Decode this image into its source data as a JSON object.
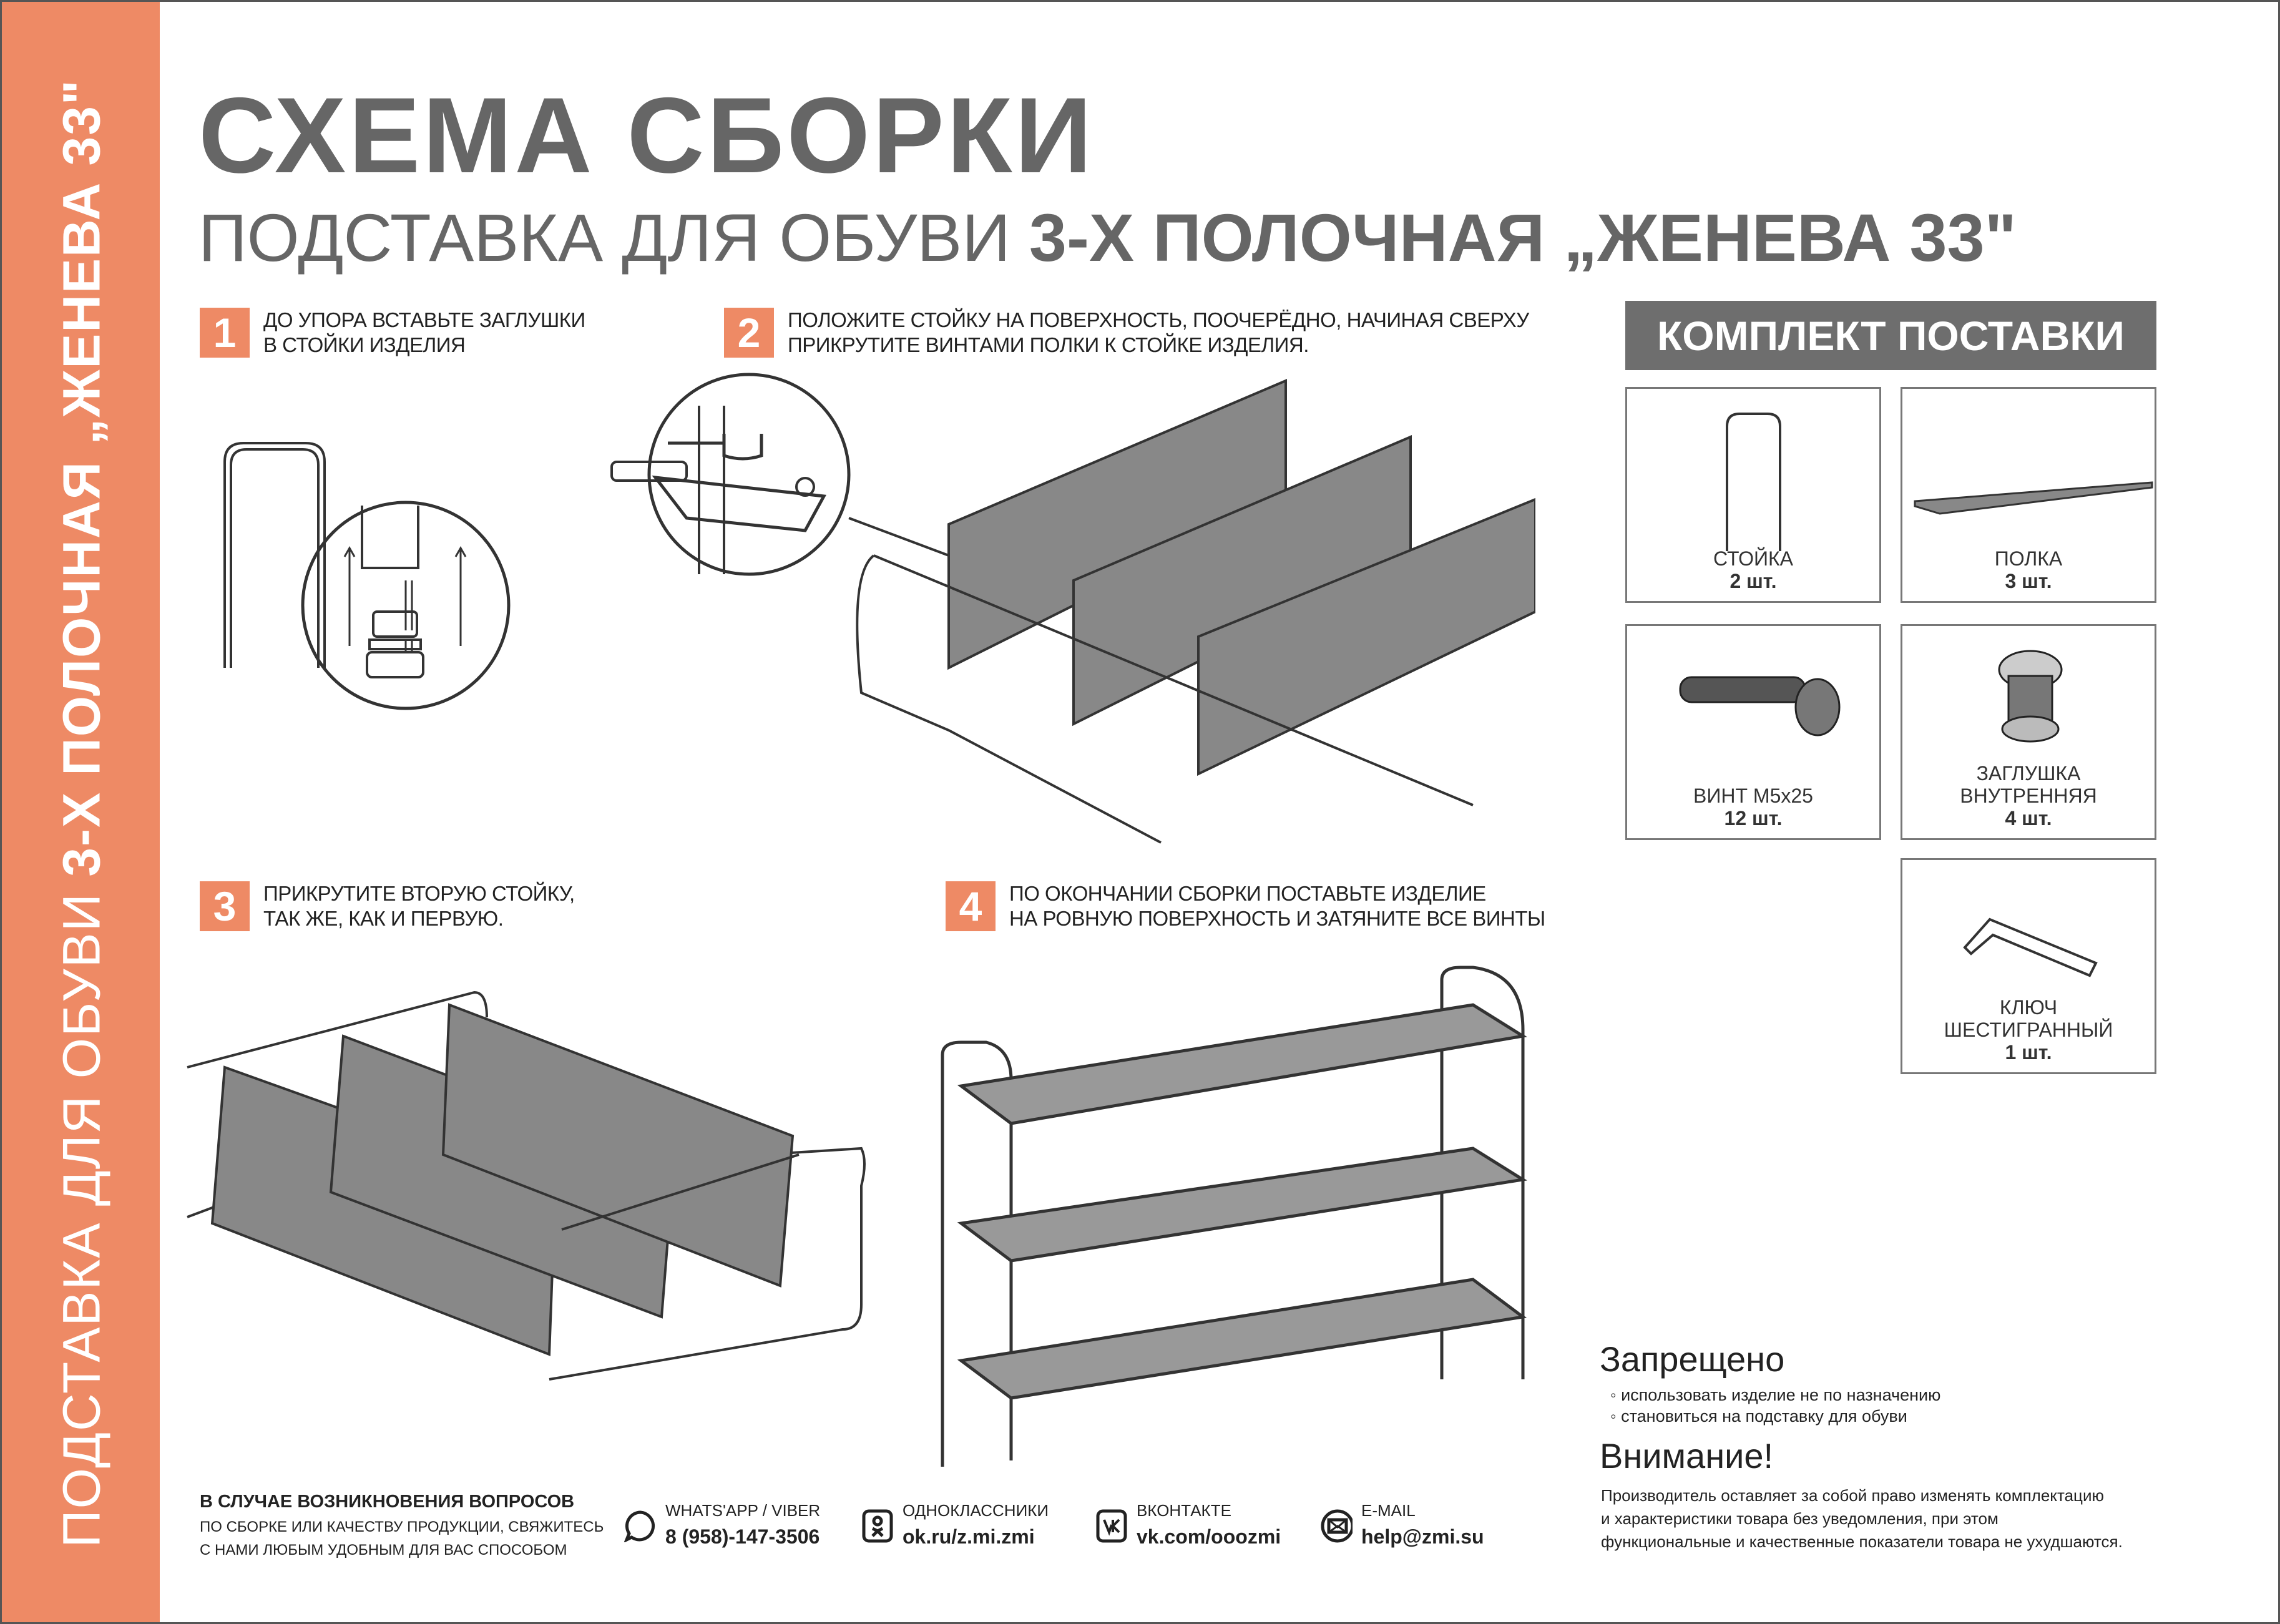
{
  "side_band": {
    "normal": "ПОДСТАВКА ДЛЯ ОБУВИ ",
    "bold": "3-Х ПОЛОЧНАЯ „ЖЕНЕВА 33\""
  },
  "header": {
    "title": "СХЕМА СБОРКИ",
    "subtitle_normal": "ПОДСТАВКА ДЛЯ ОБУВИ ",
    "subtitle_bold": "3-Х ПОЛОЧНАЯ „ЖЕНЕВА 33\""
  },
  "steps": [
    {
      "num": "1",
      "text": "ДО УПОРА ВСТАВЬТЕ ЗАГЛУШКИ\nВ СТОЙКИ ИЗДЕЛИЯ"
    },
    {
      "num": "2",
      "text": "ПОЛОЖИТЕ СТОЙКУ НА ПОВЕРХНОСТЬ, ПООЧЕРЁДНО, НАЧИНАЯ СВЕРХУ\nПРИКРУТИТЕ ВИНТАМИ ПОЛКИ К СТОЙКЕ ИЗДЕЛИЯ."
    },
    {
      "num": "3",
      "text": "ПРИКРУТИТЕ ВТОРУЮ СТОЙКУ,\nТАК ЖЕ, КАК И ПЕРВУЮ."
    },
    {
      "num": "4",
      "text": "ПО ОКОНЧАНИИ СБОРКИ ПОСТАВЬТЕ ИЗДЕЛИЕ\nНА РОВНУЮ ПОВЕРХНОСТЬ И ЗАТЯНИТЕ ВСЕ ВИНТЫ"
    }
  ],
  "kit": {
    "title": "КОМПЛЕКТ ПОСТАВКИ",
    "items": [
      {
        "name": "СТОЙКА",
        "qty": "2 шт.",
        "icon": "frame-post-icon"
      },
      {
        "name": "ПОЛКА",
        "qty": "3 шт.",
        "icon": "shelf-icon"
      },
      {
        "name": "ВИНТ М5х25",
        "qty": "12 шт.",
        "icon": "screw-icon"
      },
      {
        "name": "ЗАГЛУШКА\nВНУТРЕННЯЯ",
        "qty": "4 шт.",
        "icon": "plug-icon"
      },
      {
        "name": "КЛЮЧ\nШЕСТИГРАННЫЙ",
        "qty": "1 шт.",
        "icon": "hex-key-icon"
      }
    ]
  },
  "warnings": {
    "forbidden_title": "Запрещено",
    "forbidden_items": [
      "использовать изделие не по назначению",
      "становиться на подставку для обуви"
    ],
    "attention_title": "Внимание!",
    "attention_text": "Производитель оставляет за собой право изменять комплектацию\nи характеристики товара без уведомления, при этом\nфункциональные и качественные показатели товара не ухудшаются."
  },
  "contacts": {
    "heading": "В СЛУЧАЕ ВОЗНИКНОВЕНИЯ ВОПРОСОВ",
    "subtext": "ПО СБОРКЕ  ИЛИ КАЧЕСТВУ ПРОДУКЦИИ, СВЯЖИТЕСЬ\nС НАМИ ЛЮБЫМ УДОБНЫМ ДЛЯ ВАС СПОСОБОМ",
    "items": [
      {
        "label": "WHATS'APP / VIBER",
        "value": "8 (958)-147-3506",
        "icon": "whatsapp-icon"
      },
      {
        "label": "ОДНОКЛАССНИКИ",
        "value": "ok.ru/z.mi.zmi",
        "icon": "odnoklassniki-icon"
      },
      {
        "label": "ВКОНТАКТЕ",
        "value": "vk.com/ooozmi",
        "icon": "vk-icon"
      },
      {
        "label": "E-MAIL",
        "value": "help@zmi.su",
        "icon": "email-icon"
      }
    ]
  },
  "colors": {
    "accent": "#EE8A65",
    "heading_gray": "#666666",
    "kit_header": "#6E6E6E"
  }
}
